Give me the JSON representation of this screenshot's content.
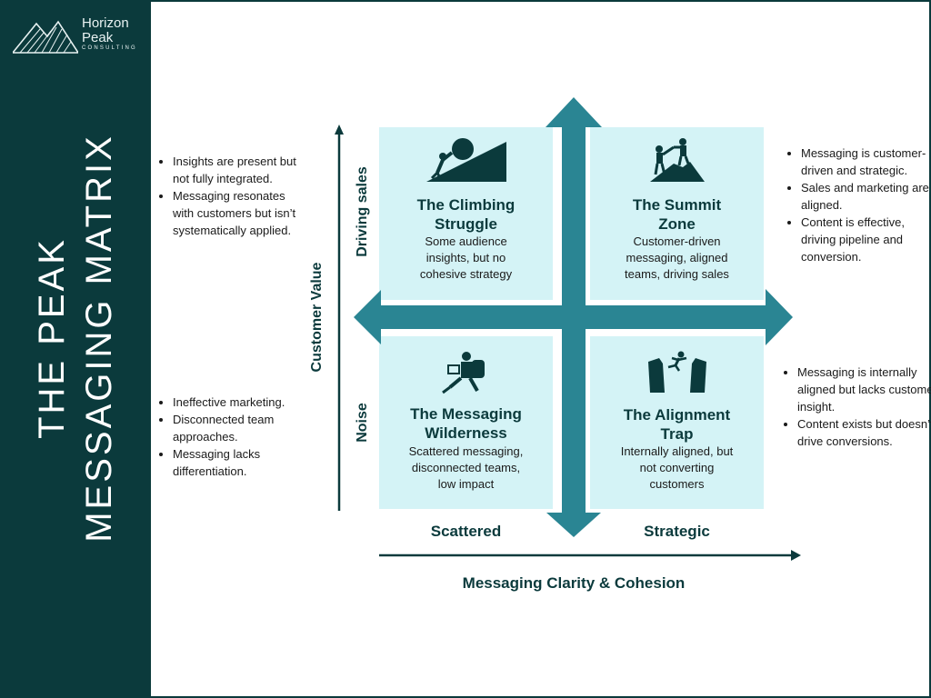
{
  "logo": {
    "line1": "Horizon",
    "line2": "Peak",
    "line3": "CONSULTING"
  },
  "title": {
    "line1": "THE PEAK",
    "line2": "MESSAGING MATRIX"
  },
  "axes": {
    "y_label": "Customer Value",
    "y_top": "Driving sales",
    "y_bottom": "Noise",
    "x_label": "Messaging Clarity & Cohesion",
    "x_left": "Scattered",
    "x_right": "Strategic"
  },
  "quadrants": {
    "top_left": {
      "title_line1": "The Climbing",
      "title_line2": "Struggle",
      "desc_line1": "Some audience",
      "desc_line2": "insights, but no",
      "desc_line3": "cohesive strategy",
      "icon": "climbing-boulder-icon"
    },
    "top_right": {
      "title_line1": "The Summit",
      "title_line2": "Zone",
      "desc_line1": "Customer-driven",
      "desc_line2": "messaging, aligned",
      "desc_line3": "teams, driving sales",
      "icon": "summit-climbers-icon"
    },
    "bottom_left": {
      "title_line1": "The Messaging",
      "title_line2": "Wilderness",
      "desc_line1": "Scattered messaging,",
      "desc_line2": "disconnected teams,",
      "desc_line3": "low impact",
      "icon": "hiker-reading-map-icon"
    },
    "bottom_right": {
      "title_line1": "The Alignment",
      "title_line2": "Trap",
      "desc_line1": "Internally aligned, but",
      "desc_line2": "not converting",
      "desc_line3": "customers",
      "icon": "cliff-jump-icon"
    }
  },
  "notes": {
    "top_left": [
      "Insights are present but not fully integrated.",
      "Messaging resonates with customers but isn’t systematically applied."
    ],
    "bottom_left": [
      "Ineffective marketing.",
      "Disconnected team approaches.",
      "Messaging lacks differentiation."
    ],
    "top_right": [
      "Messaging is customer-driven and strategic.",
      "Sales and marketing are aligned.",
      "Content is effective, driving pipeline and conversion."
    ],
    "bottom_right": [
      "Messaging is internally aligned but lacks customer insight.",
      "Content exists but doesn’t drive conversions."
    ]
  },
  "colors": {
    "dark_teal": "#0b3a3c",
    "arrow_teal": "#2a8593",
    "quad_fill": "#d4f3f6"
  }
}
